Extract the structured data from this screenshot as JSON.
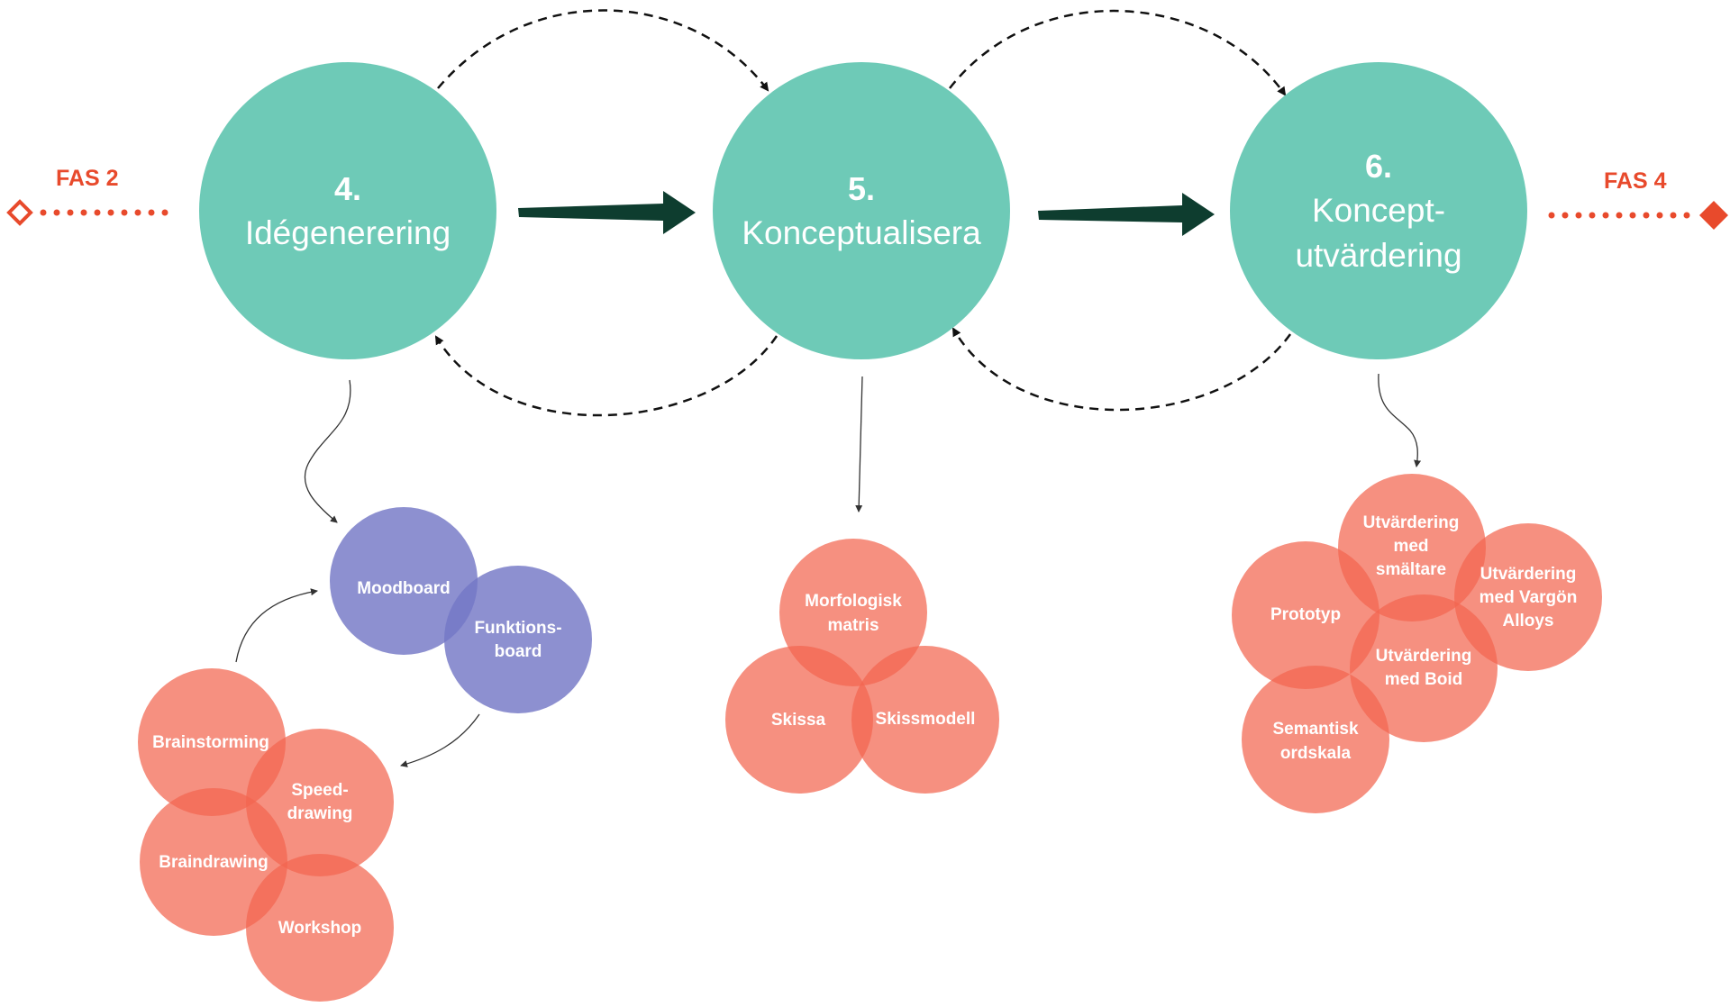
{
  "diagram": {
    "fas_left": "FAS 2",
    "fas_right": "FAS 4",
    "phases": [
      {
        "number": "4.",
        "lines": [
          "Idégenerering"
        ]
      },
      {
        "number": "5.",
        "lines": [
          "Konceptualisera"
        ]
      },
      {
        "number": "6.",
        "lines": [
          "Koncept-",
          "utvärdering"
        ]
      }
    ],
    "methods_4": {
      "moodboard": [
        "Moodboard"
      ],
      "funktionsboard": [
        "Funktions-",
        "board"
      ],
      "brainstorming": [
        "Brainstorming"
      ],
      "speed_drawing": [
        "Speed-",
        "drawing"
      ],
      "braindrawing": [
        "Braindrawing"
      ],
      "workshop": [
        "Workshop"
      ]
    },
    "methods_5": {
      "morfologisk": [
        "Morfologisk",
        "matris"
      ],
      "skissa": [
        "Skissa"
      ],
      "skissmodell": [
        "Skissmodell"
      ]
    },
    "methods_6": {
      "utv_smaltare": [
        "Utvärdering",
        "med",
        "smältare"
      ],
      "utv_vargon": [
        "Utvärdering",
        "med Vargön",
        "Alloys"
      ],
      "prototyp": [
        "Prototyp"
      ],
      "utv_boid": [
        "Utvärdering",
        "med Boid"
      ],
      "semantisk": [
        "Semantisk",
        "ordskala"
      ]
    },
    "colors": {
      "phase": "#6ecab7",
      "method_red": "#f2654f",
      "method_blue": "#7478c6",
      "accent": "#e84a2c",
      "arrow": "#0e3d2f"
    }
  }
}
